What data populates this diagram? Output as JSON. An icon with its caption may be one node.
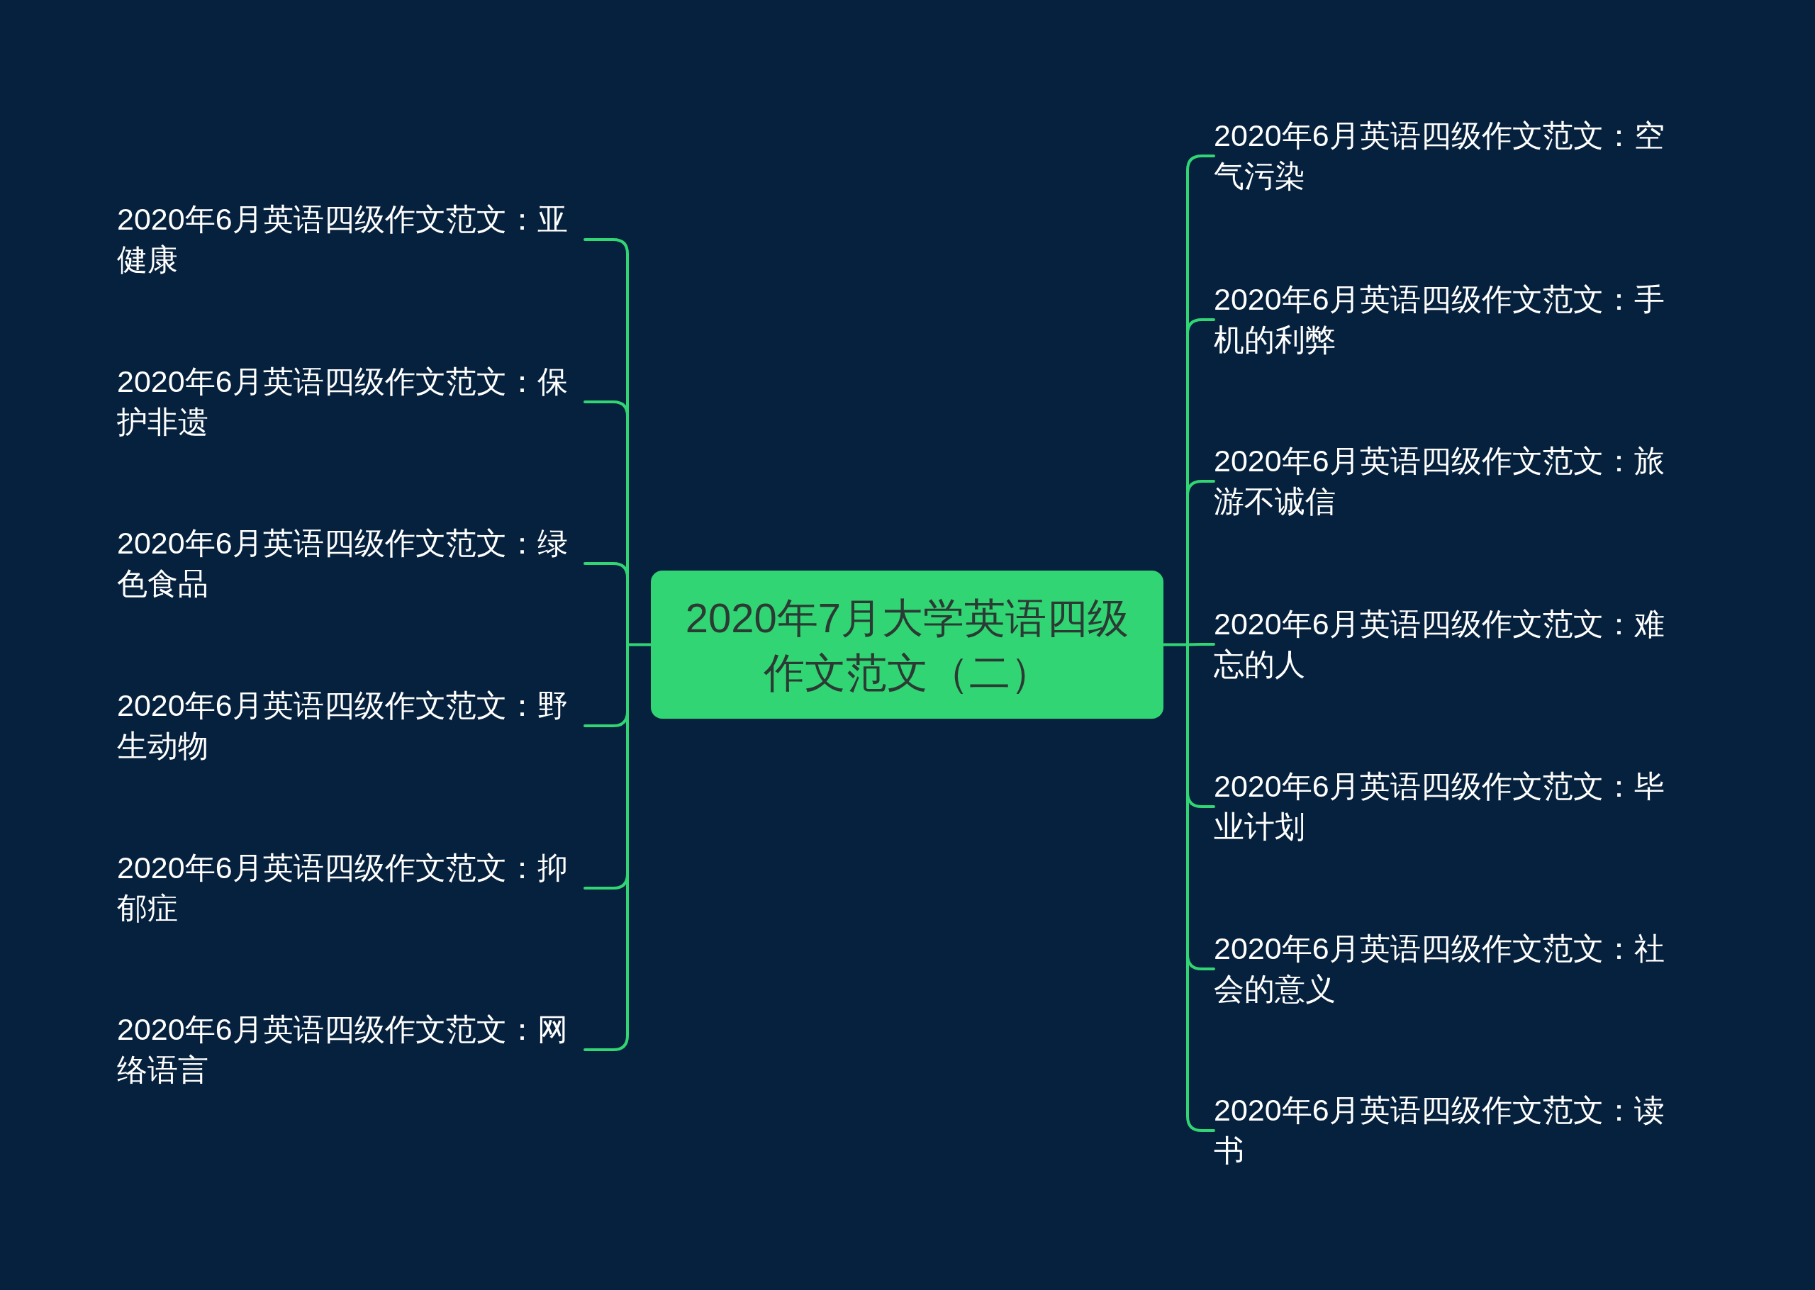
{
  "diagram": {
    "nodes": [
      {
        "text": [
          "2020年7月大学英语四级作文范文（二）"
        ]
      },
      {
        "text": [
          "2020年6月英语四级作文范文：亚健康"
        ]
      },
      {
        "text": [
          "2020年6月英语四级作文范文：保护非遗"
        ]
      },
      {
        "text": [
          "2020年6月英语四级作文范文：绿色食品"
        ]
      },
      {
        "text": [
          "2020年6月英语四级作文范文：野生动物"
        ]
      },
      {
        "text": [
          "2020年6月英语四级作文范文：抑郁症"
        ]
      },
      {
        "text": [
          "2020年6月英语四级作文范文：网络语言"
        ]
      },
      {
        "text": [
          "2020年6月英语四级作文范文：空气污染"
        ]
      },
      {
        "text": [
          "2020年6月英语四级作文范文：手机的利弊"
        ]
      },
      {
        "text": [
          "2020年6月英语四级作文范文：旅游不诚信"
        ]
      },
      {
        "text": [
          "2020年6月英语四级作文范文：难忘的人"
        ]
      },
      {
        "text": [
          "2020年6月英语四级作文范文：毕业计划"
        ]
      },
      {
        "text": [
          "2020年6月英语四级作文范文：社会的意义"
        ]
      },
      {
        "text": [
          "2020年6月英语四级作文范文：读书"
        ]
      }
    ],
    "edges": [
      {
        "from": 0,
        "to": 1,
        "arrow": "none"
      },
      {
        "from": 0,
        "to": 2,
        "arrow": "none"
      },
      {
        "from": 0,
        "to": 3,
        "arrow": "none"
      },
      {
        "from": 0,
        "to": 4,
        "arrow": "none"
      },
      {
        "from": 0,
        "to": 5,
        "arrow": "none"
      },
      {
        "from": 0,
        "to": 6,
        "arrow": "none"
      },
      {
        "from": 0,
        "to": 7,
        "arrow": "none"
      },
      {
        "from": 0,
        "to": 8,
        "arrow": "none"
      },
      {
        "from": 0,
        "to": 9,
        "arrow": "none"
      },
      {
        "from": 0,
        "to": 10,
        "arrow": "none"
      },
      {
        "from": 0,
        "to": 11,
        "arrow": "none"
      },
      {
        "from": 0,
        "to": 12,
        "arrow": "none"
      },
      {
        "from": 0,
        "to": 13,
        "arrow": "none"
      }
    ]
  }
}
